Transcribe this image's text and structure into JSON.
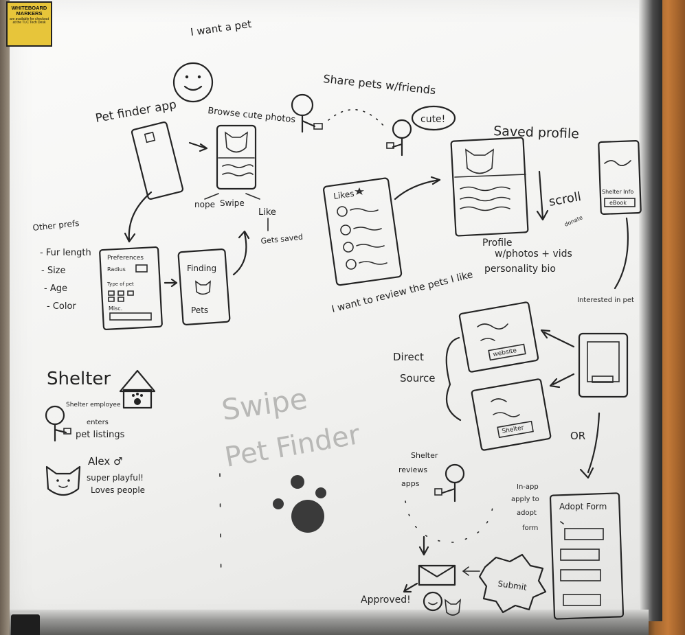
{
  "sign": {
    "title": "WHITEBOARD MARKERS",
    "text": "are available for checkout at the TLC Tech Desk"
  },
  "texts": {
    "want_pet": "I want a pet",
    "pet_finder_app": "Pet finder app",
    "browse": "Browse cute photos",
    "share": "Share pets w/friends",
    "cute": "cute!",
    "saved_profile": "Saved profile",
    "nope": "nope",
    "swipe": "Swipe",
    "like": "Like",
    "gets_saved": "Gets saved",
    "likes": "Likes",
    "scroll": "scroll",
    "donate": "donate",
    "shelter_info": "Shelter Info",
    "ebook": "eBook",
    "profile": "Profile",
    "photos": "w/photos + vids",
    "personality": "personality bio",
    "other_prefs": "Other prefs",
    "pref_fur": "- Fur length",
    "pref_size": "- Size",
    "pref_age": "- Age",
    "pref_color": "- Color",
    "preferences": "Preferences",
    "radius": "Radius",
    "type_of_pet": "Type of pet",
    "misc": "Misc.",
    "finding": "Finding",
    "pets": "Pets",
    "review_likes": "I want to review the pets I like",
    "interested": "Interested in pet",
    "direct": "Direct",
    "source": "Source",
    "website": "website",
    "shelter_btn": "Shelter",
    "or": "OR",
    "shelter": "Shelter",
    "shelter_employee": "Shelter employee",
    "enters": "enters",
    "pet_listings": "pet listings",
    "alex": "Alex ♂",
    "super_playful": "super playful!",
    "loves_people": "Loves people",
    "swipe_title": "Swipe",
    "pet_finder_title": "Pet Finder",
    "shelter_reviews": "Shelter",
    "reviews": "reviews",
    "apps": "apps",
    "in_app": "In-app",
    "apply_to": "apply to",
    "adopt": "adopt",
    "form": "form",
    "adopt_form": "Adopt Form",
    "submit": "Submit",
    "approved": "Approved!"
  }
}
